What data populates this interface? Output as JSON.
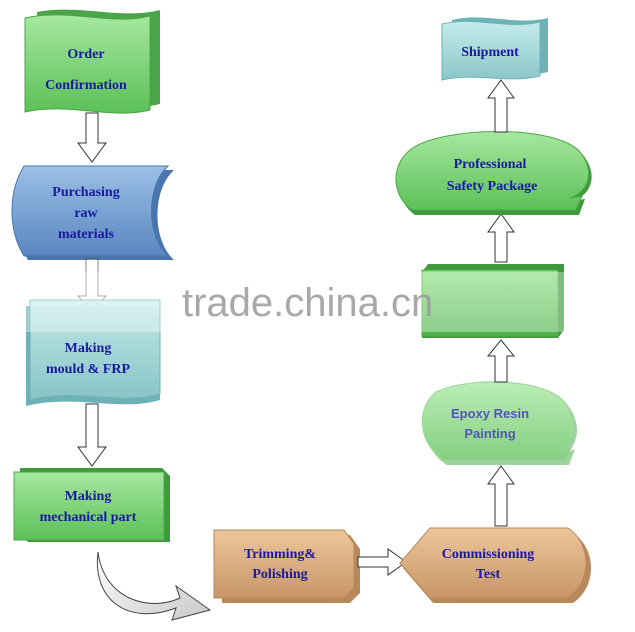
{
  "steps": {
    "order_confirmation": [
      "Order",
      "Confirmation"
    ],
    "purchasing": [
      "Purchasing",
      "raw",
      "materials"
    ],
    "making_mould": [
      "Making",
      "mould & FRP"
    ],
    "making_mechanical": [
      "Making",
      "mechanical part"
    ],
    "trimming": [
      "Trimming&",
      "Polishing"
    ],
    "commissioning": [
      "Commissioning",
      "Test"
    ],
    "epoxy": [
      "Epoxy Resin",
      "Painting"
    ],
    "professional": [
      "Professional",
      "Safety Package"
    ],
    "shipment": "Shipment"
  },
  "watermark": "trade.china.cn",
  "colors": {
    "green": "#7ed47a",
    "blue": "#6f9fd3",
    "teal": "#9ed3d6",
    "tan": "#d6ad82",
    "text": "#1a1aa0"
  }
}
